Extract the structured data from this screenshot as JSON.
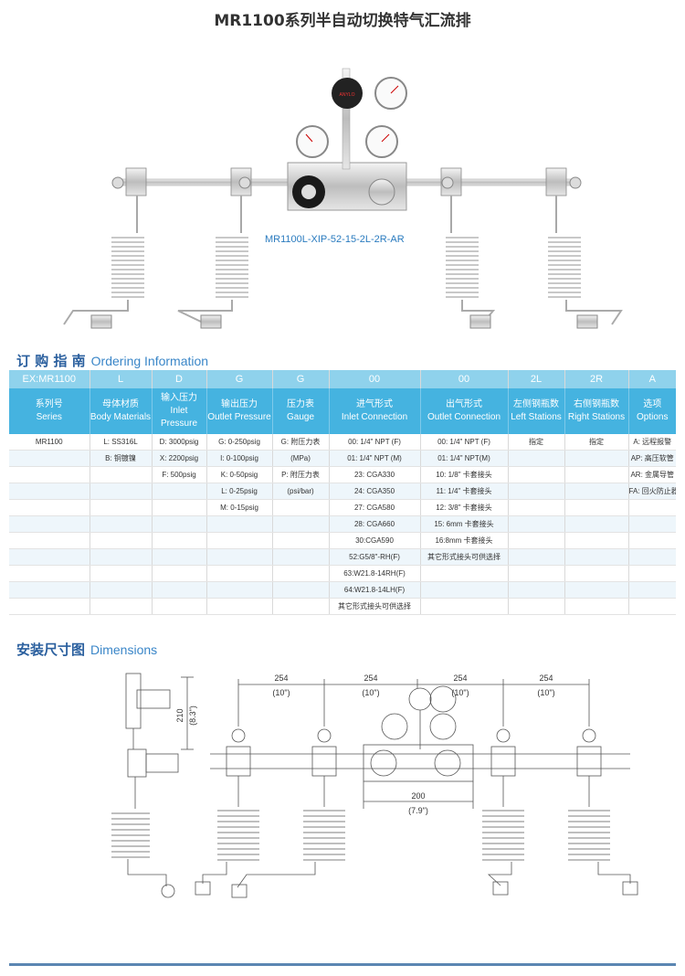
{
  "title": "MR1100系列半自动切换特气汇流排",
  "product_image": {
    "model_caption": "MR1100L-XIP-52-15-2L-2R-AR",
    "regulator_brand": "ANYLO"
  },
  "ordering": {
    "heading_cn": "订 购 指 南",
    "heading_en": "Ordering Information",
    "code_row": [
      "EX:MR1100",
      "L",
      "D",
      "G",
      "G",
      "00",
      "00",
      "2L",
      "2R",
      "A"
    ],
    "separator": "–",
    "columns": [
      {
        "cn": "系列号",
        "en": "Series"
      },
      {
        "cn": "母体材质",
        "en": "Body Materials"
      },
      {
        "cn": "输入压力",
        "en": "Inlet Pressure"
      },
      {
        "cn": "输出压力",
        "en": "Outlet Pressure"
      },
      {
        "cn": "压力表",
        "en": "Gauge"
      },
      {
        "cn": "进气形式",
        "en": "Inlet Connection"
      },
      {
        "cn": "出气形式",
        "en": "Outlet Connection"
      },
      {
        "cn": "左侧钢瓶数",
        "en": "Left Stations"
      },
      {
        "cn": "右侧钢瓶数",
        "en": "Right Stations"
      },
      {
        "cn": "选项",
        "en": "Options"
      }
    ],
    "rows": [
      [
        "MR1100",
        "L: SS316L",
        "D: 3000psig",
        "G: 0-250psig",
        "G: 附压力表",
        "00: 1/4\" NPT (F)",
        "00: 1/4\" NPT (F)",
        "指定",
        "指定",
        "A: 远程报警"
      ],
      [
        "",
        "B: 铜镀镍",
        "X: 2200psig",
        "I: 0-100psig",
        "(MPa)",
        "01: 1/4\" NPT (M)",
        "01: 1/4\" NPT(M)",
        "",
        "",
        "AP: 高压软管"
      ],
      [
        "",
        "",
        "F: 500psig",
        "K: 0-50psig",
        "P: 附压力表",
        "23: CGA330",
        "10: 1/8\" 卡套接头",
        "",
        "",
        "AR: 金属导管"
      ],
      [
        "",
        "",
        "",
        "L: 0-25psig",
        "(psi/bar)",
        "24: CGA350",
        "11: 1/4\" 卡套接头",
        "",
        "",
        "FA: 回火防止器"
      ],
      [
        "",
        "",
        "",
        "M: 0-15psig",
        "",
        "27: CGA580",
        "12: 3/8\" 卡套接头",
        "",
        "",
        ""
      ],
      [
        "",
        "",
        "",
        "",
        "",
        "28: CGA660",
        "15: 6mm 卡套接头",
        "",
        "",
        ""
      ],
      [
        "",
        "",
        "",
        "",
        "",
        "30:CGA590",
        "16:8mm 卡套接头",
        "",
        "",
        ""
      ],
      [
        "",
        "",
        "",
        "",
        "",
        "52:G5/8\"-RH(F)",
        "其它形式接头可供选择",
        "",
        "",
        ""
      ],
      [
        "",
        "",
        "",
        "",
        "",
        "63:W21.8-14RH(F)",
        "",
        "",
        "",
        ""
      ],
      [
        "",
        "",
        "",
        "",
        "",
        "64:W21.8-14LH(F)",
        "",
        "",
        "",
        ""
      ],
      [
        "",
        "",
        "",
        "",
        "",
        "其它形式接头可供选择",
        "",
        "",
        "",
        ""
      ]
    ]
  },
  "dimensions": {
    "heading_cn": "安装尺寸图",
    "heading_en": "Dimensions",
    "spacing_mm": "254",
    "spacing_in": "(10\")",
    "height_mm": "210",
    "height_in": "(8.3\")",
    "width_mm": "200",
    "width_in": "(7.9\")"
  }
}
